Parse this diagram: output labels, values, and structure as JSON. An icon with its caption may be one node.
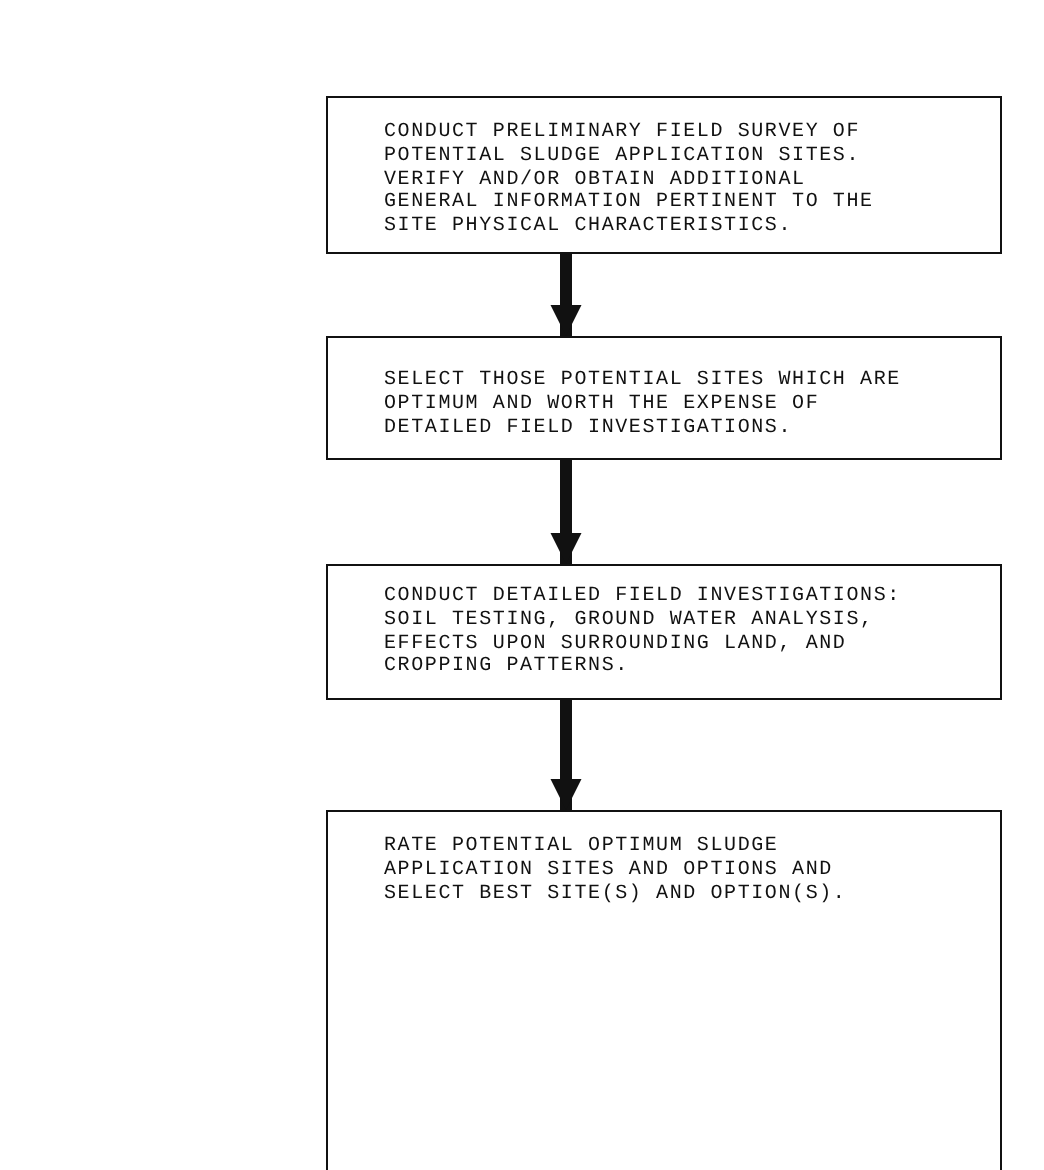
{
  "diagram": {
    "nodes": [
      {
        "text": [
          "CONDUCT PRELIMINARY FIELD SURVEY OF POTENTIAL SLUDGE APPLICATION SITES. VERIFY AND/OR OBTAIN ADDITIONAL GENERAL INFORMATION PERTINENT TO THE SITE PHYSICAL CHARACTERISTICS."
        ]
      },
      {
        "text": [
          "SELECT THOSE POTENTIAL SITES WHICH ARE OPTIMUM AND WORTH THE EXPENSE OF DETAILED FIELD INVESTIGATIONS."
        ]
      },
      {
        "text": [
          "CONDUCT DETAILED FIELD INVESTIGATIONS: SOIL TESTING, GROUND WATER ANALYSIS, EFFECTS UPON SURROUNDING LAND, AND CROPPING PATTERNS."
        ]
      },
      {
        "text": [
          "RATE POTENTIAL OPTIMUM SLUDGE APPLICATION SITES AND OPTIONS AND SELECT BEST SITE(S) AND OPTION(S)."
        ]
      }
    ],
    "edges": [
      {
        "from": 0,
        "to": 1,
        "arrow": "to"
      },
      {
        "from": 1,
        "to": 2,
        "arrow": "to"
      },
      {
        "from": 2,
        "to": 3,
        "arrow": "to"
      }
    ]
  }
}
